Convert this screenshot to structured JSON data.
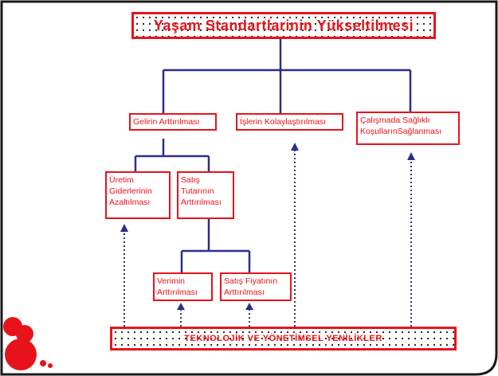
{
  "title": "Yaşam Standartlarinin Yükseltilmesi",
  "branches": {
    "income": "Gelirin Arttırılması",
    "ease": "İşlerin Kolaylaştırılması",
    "health": "Çalışmada Sağlıklı KoşullarınSağlanması"
  },
  "sub_branches": {
    "cost": "Üretim Giderlerinin Azaltılması",
    "sales": "Satış Tutarının Arttırılması"
  },
  "leaf_nodes": {
    "productivity": "Verimin Arttırılması",
    "price": "Satış Fiyatının Arttırılması"
  },
  "footer": "TEKNOLOJİK  VE YÖNETİMSEL  YENİLİKLER",
  "colors": {
    "accent": "#e8131a",
    "connector": "#2b2e8c",
    "frame": "#1a1a1a"
  }
}
